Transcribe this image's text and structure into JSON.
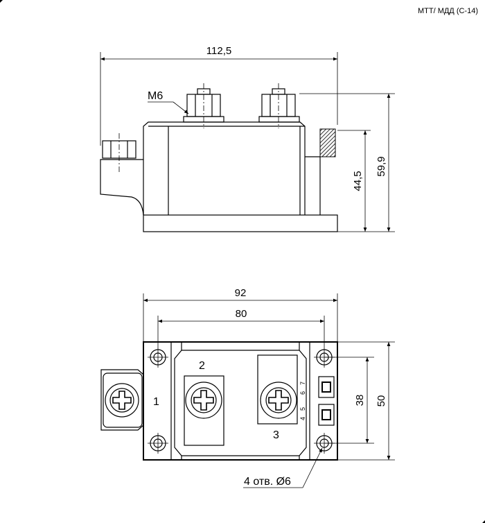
{
  "header": {
    "title": "МТТ/ МДД (С-14)"
  },
  "side_view": {
    "width_label": "112,5",
    "thread_label": "М6",
    "height_low_label": "44,5",
    "height_high_label": "59,9"
  },
  "top_view": {
    "width_outer_label": "92",
    "width_inner_label": "80",
    "height_inner_label": "38",
    "height_outer_label": "50",
    "holes_label": "4 отв. Ø6",
    "terminal_1": "1",
    "terminal_2": "2",
    "terminal_3": "3",
    "pin_4": "4",
    "pin_5": "5",
    "pin_6": "6",
    "pin_7": "7"
  }
}
